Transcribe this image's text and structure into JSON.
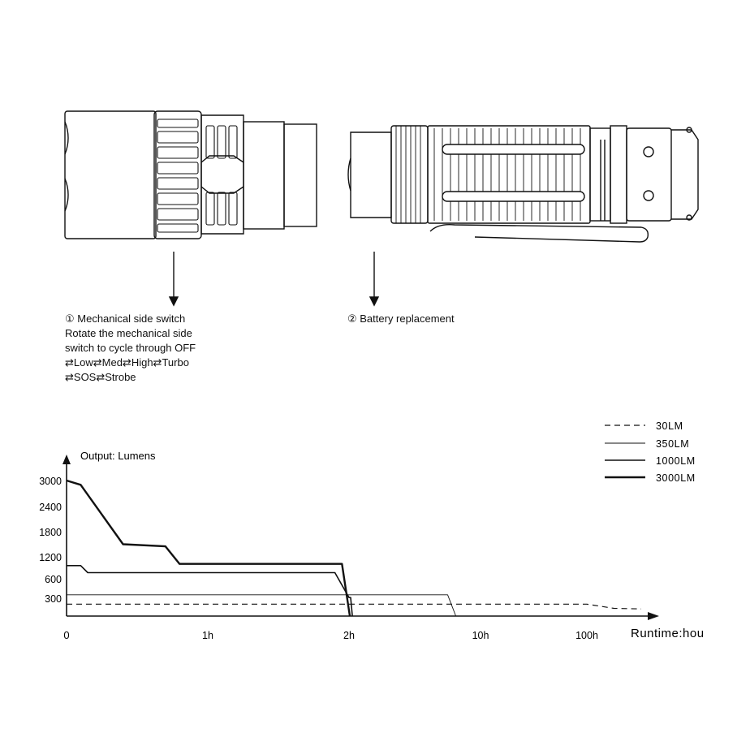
{
  "callouts": {
    "switch": {
      "title": "① Mechanical side switch",
      "lines": [
        "Rotate the mechanical side",
        "switch to cycle through OFF",
        "⇄Low⇄Med⇄High⇄Turbo",
        "⇄SOS⇄Strobe"
      ]
    },
    "battery": {
      "title": "② Battery replacement"
    }
  },
  "chart_data": {
    "type": "line",
    "ylabel": "Output: Lumens",
    "xlabel": "Runtime:hou",
    "y_ticks": [
      "3000",
      "2400",
      "1800",
      "1200",
      "600",
      "300"
    ],
    "x_ticks": [
      "0",
      "1h",
      "2h",
      "10h",
      "100h"
    ],
    "legend_position": "top-right",
    "grid": false,
    "series": [
      {
        "name": "30LM",
        "style": "dashed",
        "points": [
          [
            0,
            200
          ],
          [
            100,
            200
          ],
          [
            200,
            130
          ],
          [
            300,
            120
          ]
        ]
      },
      {
        "name": "350LM",
        "style": "thin",
        "points": [
          [
            0,
            350
          ],
          [
            2,
            350
          ],
          [
            8,
            350
          ],
          [
            8.5,
            0
          ]
        ]
      },
      {
        "name": "1000LM",
        "style": "medium",
        "points": [
          [
            0,
            950
          ],
          [
            0.1,
            950
          ],
          [
            0.15,
            750
          ],
          [
            1.9,
            750
          ],
          [
            2,
            310
          ],
          [
            2.1,
            310
          ],
          [
            2.2,
            0
          ]
        ]
      },
      {
        "name": "3000LM",
        "style": "thick",
        "points": [
          [
            0,
            3000
          ],
          [
            0.1,
            2900
          ],
          [
            0.4,
            1500
          ],
          [
            0.7,
            1450
          ],
          [
            0.8,
            1000
          ],
          [
            1.95,
            1000
          ],
          [
            2.05,
            0
          ]
        ]
      }
    ]
  }
}
